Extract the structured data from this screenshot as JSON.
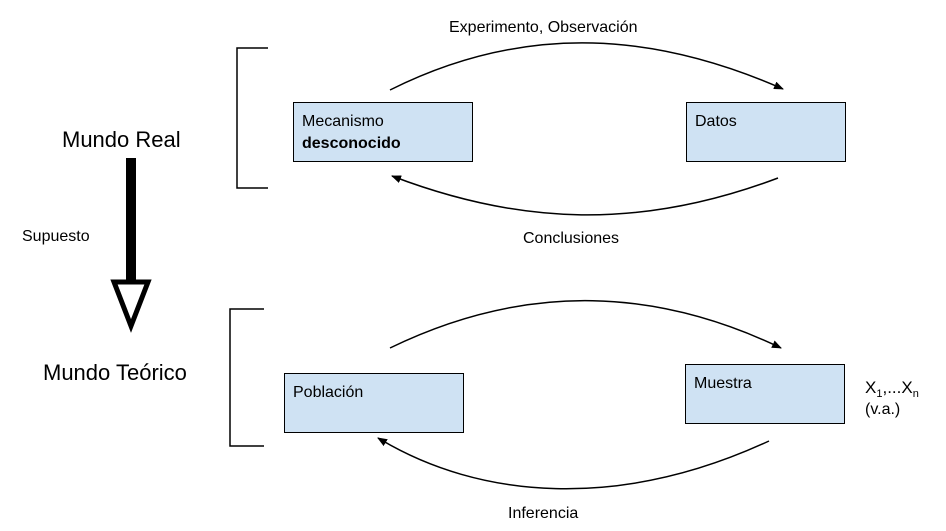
{
  "real_world": {
    "title": "Mundo Real",
    "top_arrow_label": "Experimento, Observación",
    "bottom_arrow_label": "Conclusiones",
    "left_box": {
      "line1": "Mecanismo",
      "line2": "desconocido"
    },
    "right_box": {
      "label": "Datos"
    }
  },
  "assumption_label": "Supuesto",
  "theoretical_world": {
    "title": "Mundo Teórico",
    "bottom_arrow_label": "Inferencia",
    "left_box": {
      "label": "Población"
    },
    "right_box": {
      "label": "Muestra"
    },
    "sample_note": {
      "x_first": "X",
      "sub_first": "1",
      "middle": ",...X",
      "sub_last": "n",
      "rv": "(v.a.)"
    }
  },
  "colors": {
    "box_fill": "#cfe2f3",
    "stroke": "#000000"
  }
}
